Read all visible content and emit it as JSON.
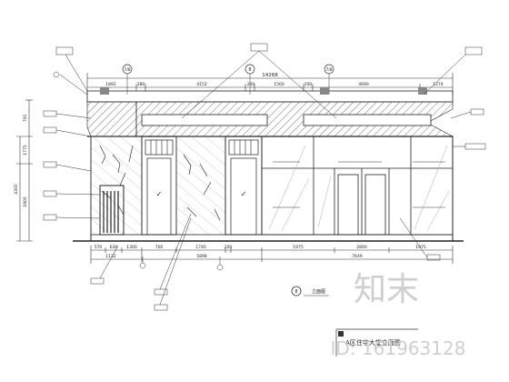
{
  "drawing": {
    "top_total_dim": "14268",
    "top_dims": [
      "1892",
      "280",
      "4152",
      "200",
      "1560",
      "200",
      "4690",
      "1274"
    ],
    "bottom_dims_row1": [
      "570",
      "630",
      "1300",
      "700",
      "1740",
      "200",
      "1975",
      "2800",
      "1975"
    ],
    "bottom_dims_row2": [
      "1132",
      "5898",
      "7649"
    ],
    "left_dims": [
      "700",
      "1775",
      "1800"
    ],
    "left_total_dim": "4300",
    "grid_axes": [
      "7/8",
      "8",
      "7/8"
    ],
    "door_marks": [
      "✓ ",
      "✓ "
    ],
    "view_caption": "A区住宅大堂立面图",
    "section_mark": "8",
    "section_label": "立面图"
  },
  "watermark": {
    "logo_text": "知末",
    "id_text": "ID: 161963128"
  }
}
